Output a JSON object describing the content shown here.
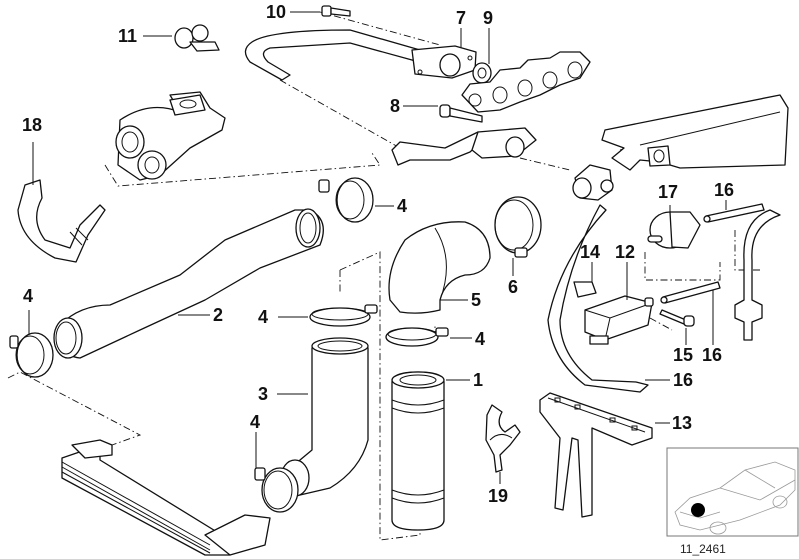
{
  "diagram": {
    "type": "exploded-parts-diagram",
    "callouts": {
      "p1": "1",
      "p2": "2",
      "p3": "3",
      "p4a": "4",
      "p4b": "4",
      "p4c": "4",
      "p4d": "4",
      "p4e": "4",
      "p5": "5",
      "p6": "6",
      "p7": "7",
      "p8": "8",
      "p9": "9",
      "p10": "10",
      "p11": "11",
      "p12": "12",
      "p13": "13",
      "p14": "14",
      "p15": "15",
      "p16a": "16",
      "p16b": "16",
      "p16c": "16",
      "p17": "17",
      "p18": "18",
      "p19": "19"
    },
    "inset": {
      "code": "11_2461",
      "marker_color": "#000000"
    }
  }
}
